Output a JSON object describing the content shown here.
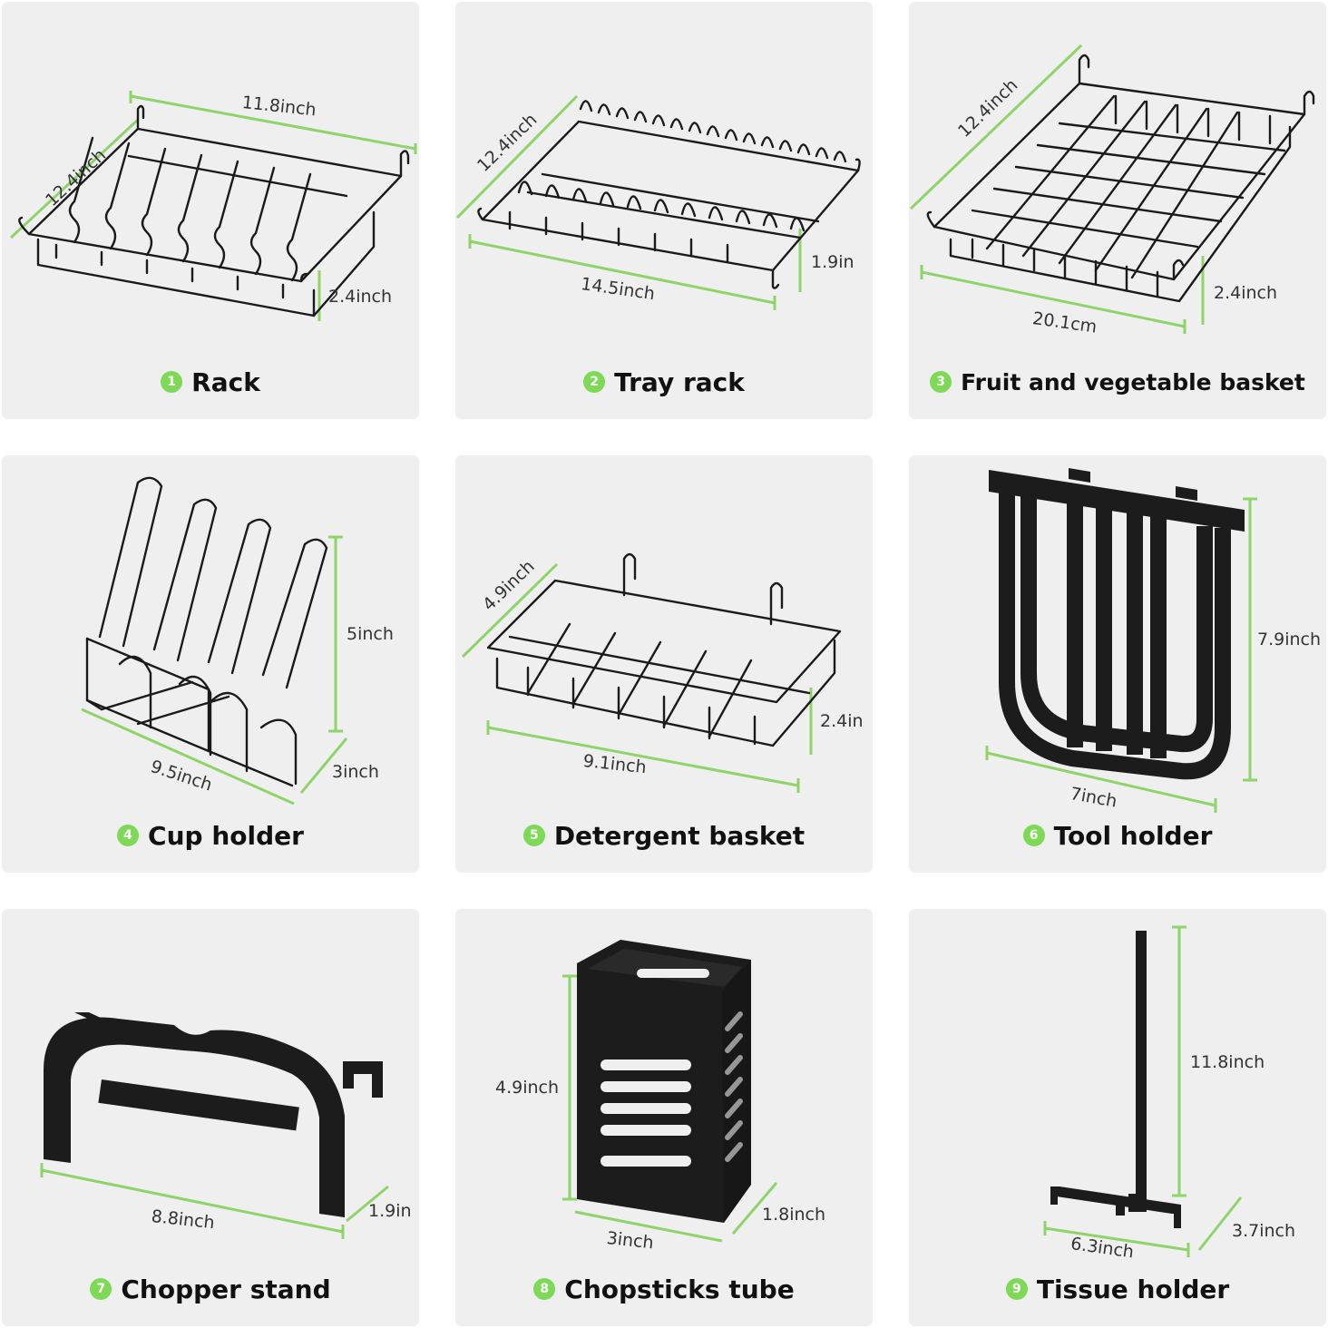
{
  "colors": {
    "accent": "#7ed957",
    "panel_bg": "#efefef",
    "product": "#1c1c1c"
  },
  "panels": [
    {
      "number": "1",
      "title": "Rack",
      "dims": [
        "11.8inch",
        "12.4inch",
        "2.4inch"
      ]
    },
    {
      "number": "2",
      "title": "Tray rack",
      "dims": [
        "12.4inch",
        "14.5inch",
        "1.9in"
      ]
    },
    {
      "number": "3",
      "title": "Fruit and vegetable basket",
      "dims": [
        "12.4inch",
        "20.1cm",
        "2.4inch"
      ]
    },
    {
      "number": "4",
      "title": "Cup holder",
      "dims": [
        "5inch",
        "9.5inch",
        "3inch"
      ]
    },
    {
      "number": "5",
      "title": "Detergent basket",
      "dims": [
        "4.9inch",
        "9.1inch",
        "2.4in"
      ]
    },
    {
      "number": "6",
      "title": "Tool holder",
      "dims": [
        "7.9inch",
        "7inch"
      ]
    },
    {
      "number": "7",
      "title": "Chopper stand",
      "dims": [
        "8.8inch",
        "1.9in"
      ]
    },
    {
      "number": "8",
      "title": "Chopsticks tube",
      "dims": [
        "4.9inch",
        "3inch",
        "1.8inch"
      ]
    },
    {
      "number": "9",
      "title": "Tissue holder",
      "dims": [
        "11.8inch",
        "6.3inch",
        "3.7inch"
      ]
    }
  ]
}
